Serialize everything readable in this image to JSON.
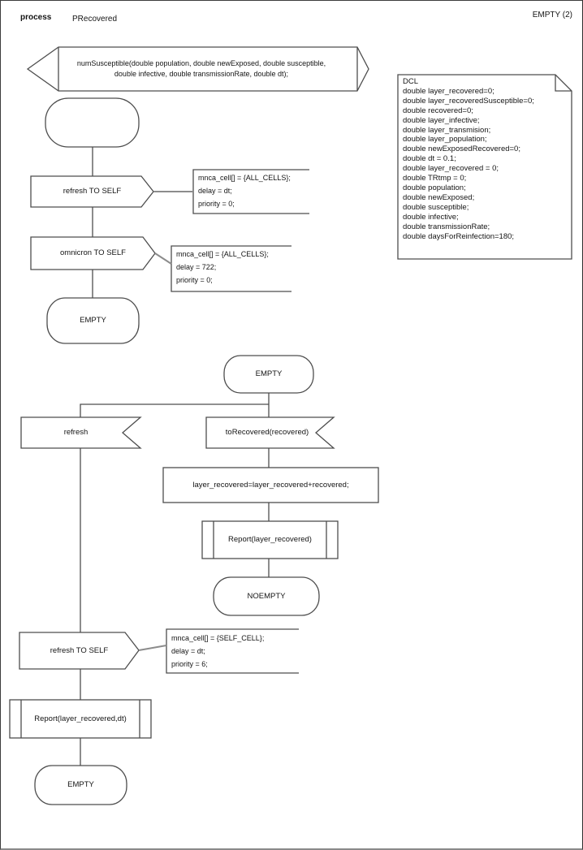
{
  "header": {
    "kind_label": "process",
    "process_name": "PRecovered",
    "page_label": "EMPTY (2)"
  },
  "signature": {
    "line1": "numSusceptible(double population, double newExposed, double susceptible,",
    "line2": "double infective, double transmissionRate, double dt);"
  },
  "dcl": {
    "title": "DCL",
    "lines": [
      "double layer_recovered=0;",
      "double layer_recoveredSusceptible=0;",
      "double recovered=0;",
      "double layer_infective;",
      "double layer_transmision;",
      "double layer_population;",
      "double newExposedRecovered=0;",
      "double dt = 0.1;",
      "double layer_recovered = 0;",
      "double TRtmp = 0;",
      "double population;",
      "double newExposed;",
      "double susceptible;",
      "double infective;",
      "double transmissionRate;",
      "double daysForReinfection=180;"
    ]
  },
  "flow1": {
    "output_refresh": "refresh TO SELF",
    "comment1": {
      "lines": [
        "mnca_cell[] = {ALL_CELLS};",
        "delay = dt;",
        "priority = 0;"
      ]
    },
    "output_omnicron": "omnicron TO SELF",
    "comment2": {
      "lines": [
        "mnca_cell[] = {ALL_CELLS};",
        "delay = 722;",
        "priority = 0;"
      ]
    },
    "state_empty": "EMPTY"
  },
  "flow2": {
    "state_empty_top": "EMPTY",
    "input_refresh": "refresh",
    "input_torecovered": "toRecovered(recovered)",
    "task": "layer_recovered=layer_recovered+recovered;",
    "call_report": "Report(layer_recovered)",
    "state_noempty": "NOEMPTY",
    "output_refresh": "refresh TO SELF",
    "comment3": {
      "lines": [
        "mnca_cell[] = {SELF_CELL};",
        "delay = dt;",
        "priority = 6;"
      ]
    },
    "call_report_dt": "Report(layer_recovered,dt)",
    "state_empty_bottom": "EMPTY"
  }
}
